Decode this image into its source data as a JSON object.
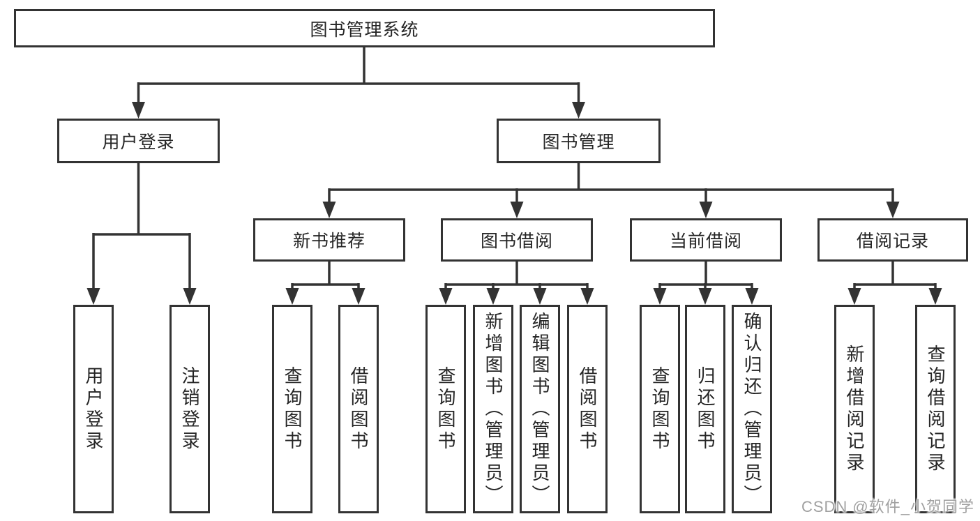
{
  "tree": {
    "root": {
      "label": "图书管理系统"
    },
    "branches": [
      {
        "label": "用户登录",
        "children": [
          {
            "label": "用户登录"
          },
          {
            "label": "注销登录"
          }
        ]
      },
      {
        "label": "图书管理",
        "children": [
          {
            "label": "新书推荐",
            "children": [
              {
                "label": "查询图书"
              },
              {
                "label": "借阅图书"
              }
            ]
          },
          {
            "label": "图书借阅",
            "children": [
              {
                "label": "查询图书"
              },
              {
                "label": "新增图书（管理员）"
              },
              {
                "label": "编辑图书（管理员）"
              },
              {
                "label": "借阅图书"
              }
            ]
          },
          {
            "label": "当前借阅",
            "children": [
              {
                "label": "查询图书"
              },
              {
                "label": "归还图书"
              },
              {
                "label": "确认归还（管理员）"
              }
            ]
          },
          {
            "label": "借阅记录",
            "children": [
              {
                "label": "新增借阅记录"
              },
              {
                "label": "查询借阅记录"
              }
            ]
          }
        ]
      }
    ]
  },
  "watermark": {
    "text": "CSDN @软件_小贺同学"
  },
  "colors": {
    "line": "#333333",
    "box_border": "#333333",
    "text": "#252525",
    "watermark": "#a0a0a0",
    "background": "#ffffff"
  }
}
